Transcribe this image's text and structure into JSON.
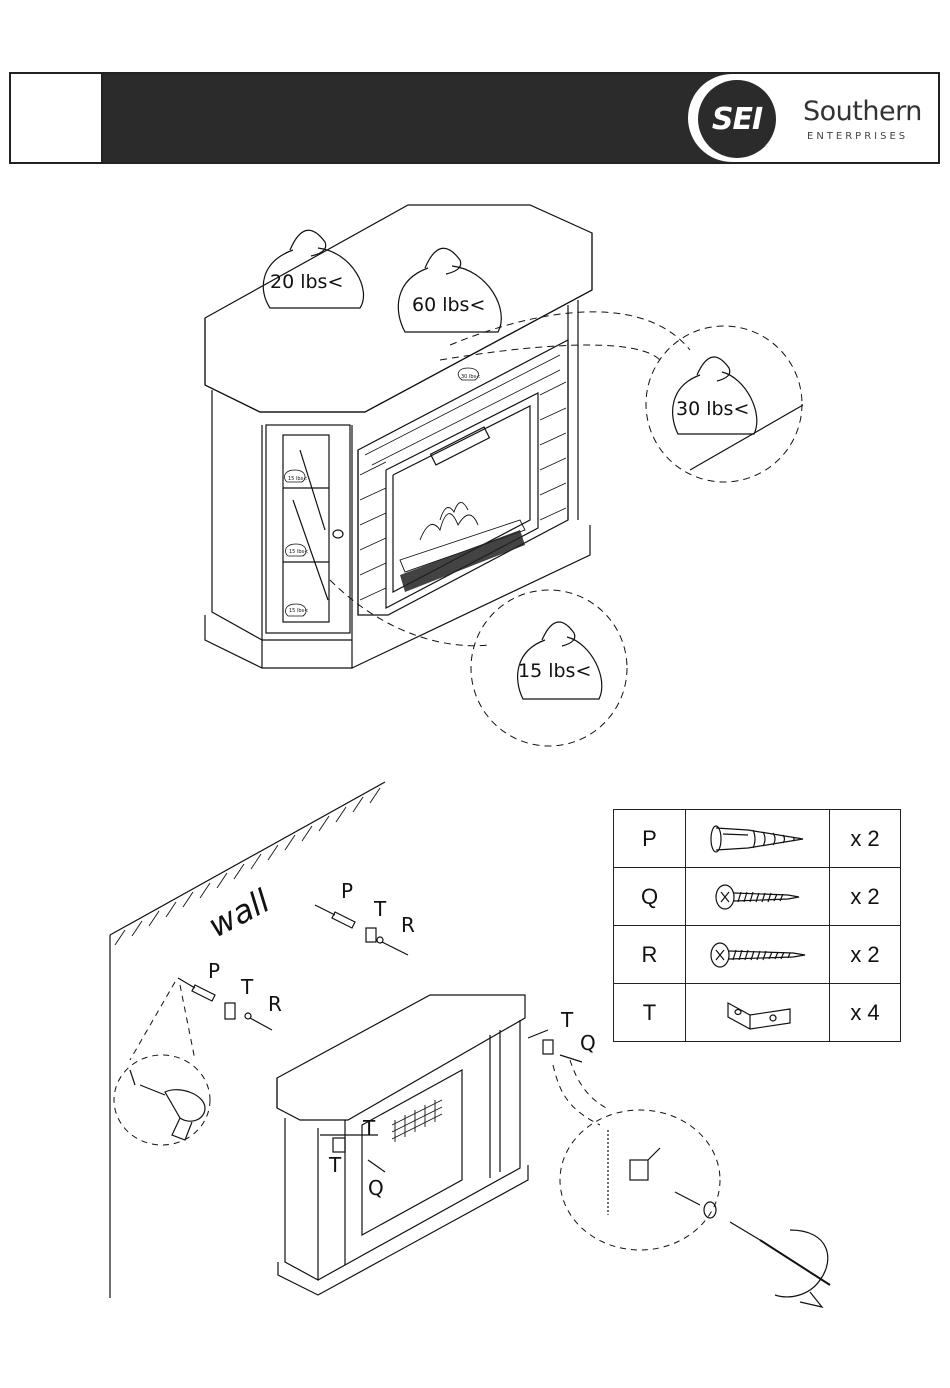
{
  "brand": {
    "logo_mark": "SEI",
    "name": "Southern",
    "subtitle": "ENTERPRISES"
  },
  "weights": {
    "top_left": "20 lbs<",
    "top_center": "60 lbs<",
    "mantel": "30 lbs<",
    "base": "15 lbs<",
    "interior_small": "30 lbs<",
    "shelf_small": "15 lbs<"
  },
  "diagram": {
    "wall_label": "wall",
    "labels": {
      "P": "P",
      "T": "T",
      "R": "R",
      "Q": "Q"
    }
  },
  "parts_list": [
    {
      "code": "P",
      "icon": "wall-anchor-icon",
      "qty": "x 2"
    },
    {
      "code": "Q",
      "icon": "short-screw-icon",
      "qty": "x 2"
    },
    {
      "code": "R",
      "icon": "long-screw-icon",
      "qty": "x 2"
    },
    {
      "code": "T",
      "icon": "l-bracket-icon",
      "qty": "x 4"
    }
  ]
}
